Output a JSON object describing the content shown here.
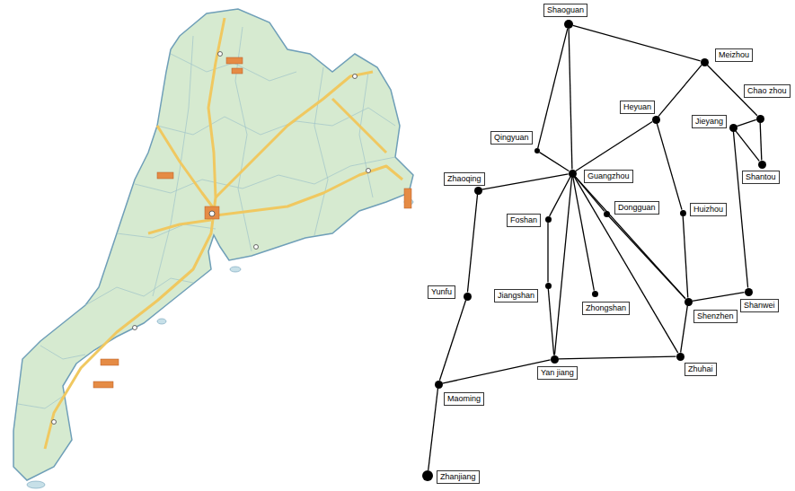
{
  "diagram": {
    "nodes": [
      {
        "text": [
          "Shaoguan"
        ]
      },
      {
        "text": [
          "Meizhou"
        ]
      },
      {
        "text": [
          "Heyuan"
        ]
      },
      {
        "text": [
          "Chao zhou"
        ]
      },
      {
        "text": [
          "Jieyang"
        ]
      },
      {
        "text": [
          "Qingyuan"
        ]
      },
      {
        "text": [
          "Shantou"
        ]
      },
      {
        "text": [
          "Guangzhou"
        ]
      },
      {
        "text": [
          "Zhaoqing"
        ]
      },
      {
        "text": [
          "Foshan"
        ]
      },
      {
        "text": [
          "Dongguan"
        ]
      },
      {
        "text": [
          "Huizhou"
        ]
      },
      {
        "text": [
          "Shanwei"
        ]
      },
      {
        "text": [
          "Jiangshan"
        ]
      },
      {
        "text": [
          "Zhongshan"
        ]
      },
      {
        "text": [
          "Yunfu"
        ]
      },
      {
        "text": [
          "Shenzhen"
        ]
      },
      {
        "text": [
          "Yan jiang"
        ]
      },
      {
        "text": [
          "Zhuhai"
        ]
      },
      {
        "text": [
          "Maoming"
        ]
      },
      {
        "text": [
          "Zhanjiang"
        ]
      }
    ],
    "edges": [
      {
        "from": 0,
        "to": 1,
        "arrow": "none"
      },
      {
        "from": 0,
        "to": 5,
        "arrow": "none"
      },
      {
        "from": 0,
        "to": 7,
        "arrow": "none"
      },
      {
        "from": 1,
        "to": 2,
        "arrow": "none"
      },
      {
        "from": 2,
        "to": 7,
        "arrow": "none"
      },
      {
        "from": 1,
        "to": 3,
        "arrow": "none"
      },
      {
        "from": 3,
        "to": 4,
        "arrow": "none"
      },
      {
        "from": 3,
        "to": 6,
        "arrow": "none"
      },
      {
        "from": 4,
        "to": 6,
        "arrow": "none"
      },
      {
        "from": 4,
        "to": 12,
        "arrow": "none"
      },
      {
        "from": 2,
        "to": 11,
        "arrow": "none"
      },
      {
        "from": 11,
        "to": 16,
        "arrow": "none"
      },
      {
        "from": 5,
        "to": 7,
        "arrow": "none"
      },
      {
        "from": 8,
        "to": 7,
        "arrow": "none"
      },
      {
        "from": 8,
        "to": 15,
        "arrow": "none"
      },
      {
        "from": 15,
        "to": 19,
        "arrow": "none"
      },
      {
        "from": 19,
        "to": 20,
        "arrow": "none"
      },
      {
        "from": 19,
        "to": 17,
        "arrow": "none"
      },
      {
        "from": 7,
        "to": 9,
        "arrow": "none"
      },
      {
        "from": 9,
        "to": 13,
        "arrow": "none"
      },
      {
        "from": 13,
        "to": 17,
        "arrow": "none"
      },
      {
        "from": 7,
        "to": 10,
        "arrow": "none"
      },
      {
        "from": 7,
        "to": 14,
        "arrow": "none"
      },
      {
        "from": 7,
        "to": 16,
        "arrow": "none"
      },
      {
        "from": 7,
        "to": 18,
        "arrow": "none"
      },
      {
        "from": 7,
        "to": 17,
        "arrow": "none"
      },
      {
        "from": 10,
        "to": 16,
        "arrow": "none"
      },
      {
        "from": 16,
        "to": 12,
        "arrow": "none"
      },
      {
        "from": 16,
        "to": 18,
        "arrow": "none"
      },
      {
        "from": 17,
        "to": 18,
        "arrow": "none"
      }
    ]
  }
}
